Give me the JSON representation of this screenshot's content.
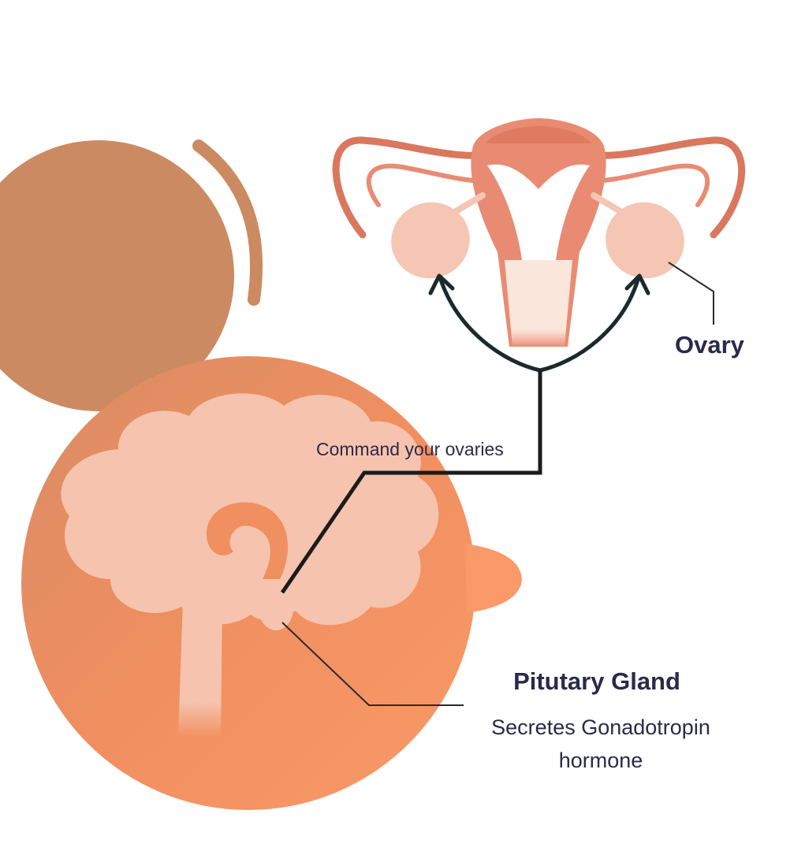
{
  "labels": {
    "ovary": "Ovary",
    "command": "Command your ovaries",
    "gland_title": "Pitutary Gland",
    "gland_desc": "Secretes Gonadotropin hormone"
  },
  "colors": {
    "head_dark": "#cc8a62",
    "head_light": "#f5925f",
    "brain": "#f5c3ae",
    "uterus_outline": "#d9785e",
    "uterus_inner": "#e98b73",
    "ovary": "#f5c6b4",
    "line": "#1b1b1b",
    "text": "#2a2a4a"
  }
}
